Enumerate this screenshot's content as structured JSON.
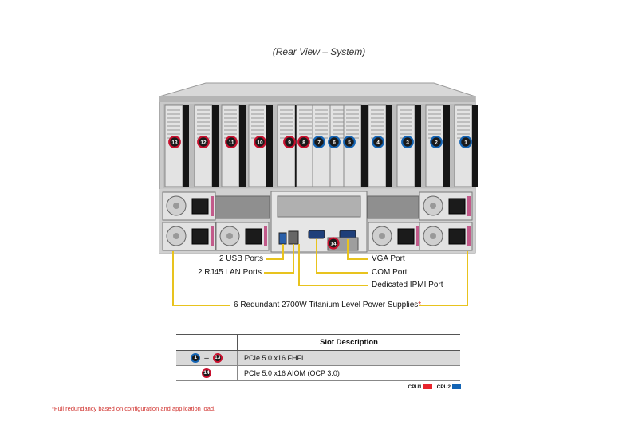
{
  "title": "(Rear View – System)",
  "slots_on_chassis": [
    {
      "label": "13",
      "cpu": "CPU1"
    },
    {
      "label": "12",
      "cpu": "CPU1"
    },
    {
      "label": "11",
      "cpu": "CPU1"
    },
    {
      "label": "10",
      "cpu": "CPU1"
    },
    {
      "label": "9",
      "cpu": "CPU1"
    },
    {
      "label": "8",
      "cpu": "CPU1"
    },
    {
      "label": "7",
      "cpu": "CPU2"
    },
    {
      "label": "6",
      "cpu": "CPU2"
    },
    {
      "label": "5",
      "cpu": "CPU2"
    },
    {
      "label": "4",
      "cpu": "CPU2"
    },
    {
      "label": "3",
      "cpu": "CPU2"
    },
    {
      "label": "2",
      "cpu": "CPU2"
    },
    {
      "label": "1",
      "cpu": "CPU2"
    }
  ],
  "aiom_label": "14",
  "callouts": {
    "usb": "2 USB Ports",
    "lan": "2 RJ45 LAN Ports",
    "vga": "VGA Port",
    "com": "COM Port",
    "ipmi": "Dedicated IPMI Port",
    "psu": "6 Redundant 2700W Titanium Level Power Supplies",
    "psu_mark": "*"
  },
  "table": {
    "header": "Slot Description",
    "rows": [
      {
        "from": "1",
        "sep": "–",
        "to": "13",
        "desc": "PCIe 5.0 x16 FHFL"
      },
      {
        "from": "14",
        "desc": "PCIe 5.0 x16 AIOM (OCP 3.0)"
      }
    ]
  },
  "legend": {
    "cpu1": "CPU1",
    "cpu2": "CPU2",
    "cpu1_color": "#e8242c",
    "cpu2_color": "#1464b4"
  },
  "footnote": "*Full redundancy based on configuration and application load."
}
